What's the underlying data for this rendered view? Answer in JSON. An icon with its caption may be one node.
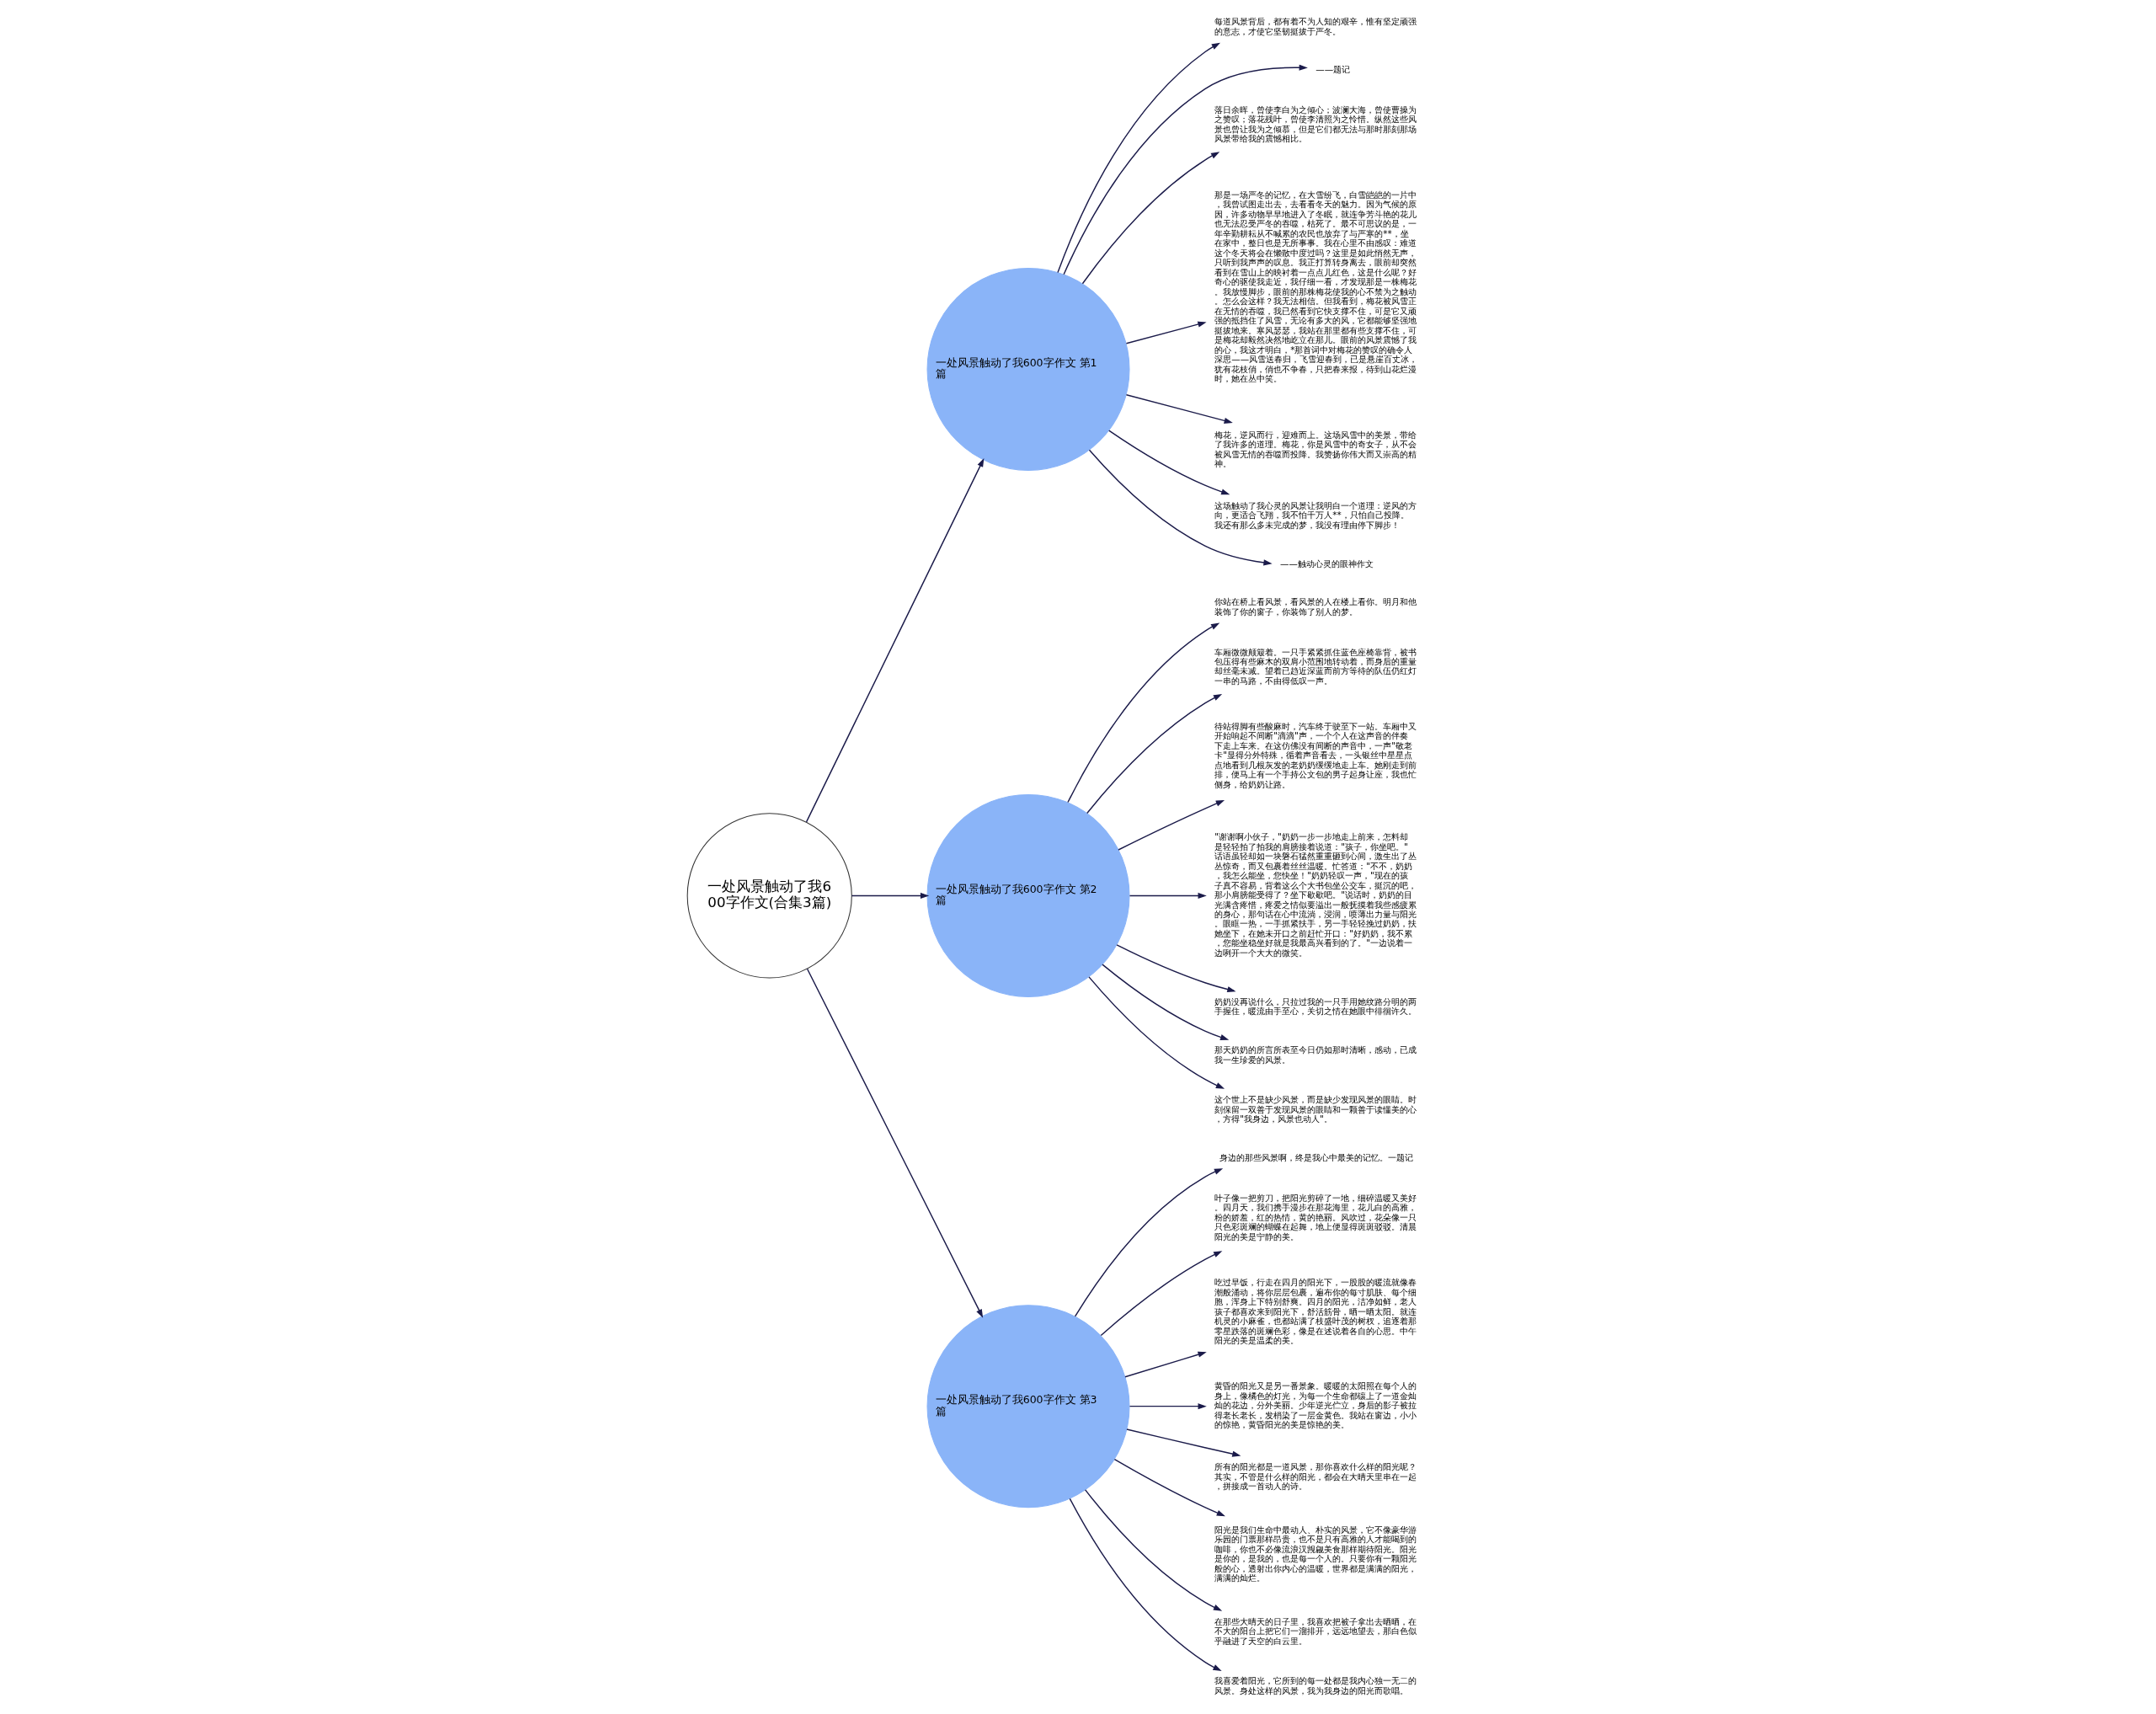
{
  "diagram": {
    "nodes": [
      {
        "text": [
          "一处风景触动了我600字作文(合集3篇)"
        ]
      },
      {
        "text": [
          "一处风景触动了我600字作文 第1篇"
        ]
      },
      {
        "text": [
          "每道风景背后，都有着不为人知的艰辛，惟有坚定顽强的意志，才使它坚韧挺拔于严冬。"
        ]
      },
      {
        "text": [
          "——题记"
        ]
      },
      {
        "text": [
          "落日余晖，曾使李白为之倾心；波澜大海，曾使曹操为之赞叹；落花残叶，曾使李清照为之怜惜。纵然这些风景也曾让我为之倾慕，但是它们都无法与那时那刻那场风景带给我的震憾相比。"
        ]
      },
      {
        "text": [
          "那是一场严冬的记忆，在大雪纷飞，白雪皑皑的一片中，我曾试图走出去，去看看冬天的魅力。因为气候的原因，许多动物早早地进入了冬眠，就连争芳斗艳的花儿也无法忍受严冬的吞噬，枯死了。最不可思议的是，一年辛勤耕耘从不喊累的农民也放弃了与严寒的**，坐在家中，整日也是无所事事。我在心里不由感叹：难道这个冬天将会在懒散中度过吗？这里是如此悄然无声，只听到我声声的叹息。我正打算转身离去，眼前却突然看到在雪山上的映衬着一点点儿红色，这是什么呢？好奇心的驱使我走近，我仔细一看，才发现那是一株梅花。我放慢脚步，眼前的那株梅花使我的心不禁为之触动。怎么会这样？我无法相信。但我看到，梅花被风雪正在无情的吞噬，我已然看到它快支撑不住，可是它又顽强的抵挡住了风雪，无论有多大的风，它都能够坚强地挺拔地来。寒风瑟瑟，我站在那里都有些支撑不住，可是梅花却毅然决然地屹立在那儿。眼前的风景震憾了我的心，我这才明白，*那首词中对梅花的赞叹的确令人深思——风雪送春归，飞雪迎春到，已是悬崖百丈冰，犹有花枝俏，俏也不争春，只把春来报，待到山花烂漫时，她在丛中笑。"
        ]
      },
      {
        "text": [
          "梅花，逆风而行，迎难而上。这场风雪中的美景，带给了我许多的道理。梅花，你是风雪中的奇女子，从不会被风雪无情的吞噬而投降。我赞扬你伟大而又崇高的精神。"
        ]
      },
      {
        "text": [
          "这场触动了我心灵的风景让我明白一个道理：逆风的方向，更适合飞翔，我不怕千万人**，只怕自己投降。我还有那么多未完成的梦，我没有理由停下脚步！"
        ]
      },
      {
        "text": [
          "——触动心灵的眼神作文"
        ]
      },
      {
        "text": [
          "一处风景触动了我600字作文 第2篇"
        ]
      },
      {
        "text": [
          "你站在桥上看风景，看风景的人在楼上看你。明月和他装饰了你的窗子，你装饰了别人的梦。"
        ]
      },
      {
        "text": [
          "车厢微微颠簸着。一只手紧紧抓住蓝色座椅靠背，被书包压得有些麻木的双肩小范围地转动着，而身后的重量却丝毫未减。望着已趋近深蓝而前方等待的队伍仍红灯一串的马路，不由得低叹一声。"
        ]
      },
      {
        "text": [
          "待站得脚有些酸麻时，汽车终于驶至下一站。车厢中又开始响起不间断\"滴滴\"声，一个个人在这声音的伴奏下走上车来。在这仿佛没有间断的声音中，一声\"敬老卡\"显得分外特殊，循着声音看去，一头银丝中星星点点地看到几根灰发的老奶奶缓缓地走上车。她刚走到前排，便马上有一个手持公文包的男子起身让座，我也忙侧身，给奶奶让路。"
        ]
      },
      {
        "text": [
          "\"谢谢啊小伙子，\"奶奶一步一步地走上前来，怎料却是轻轻拍了拍我的肩膀接着说道：\"孩子，你坐吧。\"话语虽轻却如一块磐石猛然重重砸到心间，激生出了丛丛惊奇，而又包裹着丝丝温暖。忙答道：\"不不，奶奶，我怎么能坐，您快坐！\"奶奶轻叹一声，\"现在的孩子真不容易，背着这么个大书包坐公交车，挺沉的吧，那小肩膀能受得了？坐下歇歇吧。\"说话时，奶奶的目光满含疼惜，疼爱之情似要溢出一般抚摸着我些感疲累的身心，那句话在心中流淌，浸润，喷薄出力量与阳光。眼眶一热，一手抓紧扶手，另一手轻轻挽过奶奶，扶她坐下，在她未开口之前赶忙开口：\"好奶奶，我不累，您能坐稳坐好就是我最高兴看到的了。\"一边说着一边咧开一个大大的微笑。"
        ]
      },
      {
        "text": [
          "奶奶没再说什么，只拉过我的一只手用她纹路分明的两手握住，暖流由手至心，关切之情在她眼中徘徊许久。"
        ]
      },
      {
        "text": [
          "那天奶奶的所言所表至今日仍如那时清晰，感动，已成我一生珍爱的风景。"
        ]
      },
      {
        "text": [
          "这个世上不是缺少风景，而是缺少发现风景的眼睛。时刻保留一双善于发现风景的眼睛和一颗善于读懂美的心，方得\"我身边，风景也动人\"。"
        ]
      },
      {
        "text": [
          "一处风景触动了我600字作文 第3篇"
        ]
      },
      {
        "text": [
          "身边的那些风景啊，终是我心中最美的记忆。一题记"
        ]
      },
      {
        "text": [
          "叶子像一把剪刀，把阳光剪碎了一地，细碎温暖又美好。四月天，我们携手漫步在那花海里，花儿白的高雅，粉的娇羞，红的热情，黄的艳丽。风吹过，花朵像一只只色彩斑斓的蝴蝶在起舞，地上便显得斑斑驳驳。清晨阳光的美是宁静的美。"
        ]
      },
      {
        "text": [
          "吃过早饭，行走在四月的阳光下，一股股的暖流就像春潮般涌动，将你层层包裹，遍布你的每寸肌肤、每个细胞，浑身上下特别舒爽。四月的阳光，洁净如鲜，老人孩子都喜欢来到阳光下，舒活筋骨，晒一晒太阳。就连机灵的小麻雀，也都站满了枝盛叶茂的树杈，追逐着那零星跌落的斑斓色彩，像是在述说着各自的心思。中午阳光的美是温柔的美。"
        ]
      },
      {
        "text": [
          "黄昏的阳光又是另一番景象。暖暖的太阳照在每个人的身上，像橘色的灯光，为每一个生命都镶上了一道金灿灿的花边，分外美丽。少年逆光伫立，身后的影子被拉得老长老长，发梢染了一层金黄色。我站在窗边，小小的惊艳，黄昏阳光的美是惊艳的美。"
        ]
      },
      {
        "text": [
          "所有的阳光都是一道风景，那你喜欢什么样的阳光呢？其实，不管是什么样的阳光，都会在大晴天里串在一起，拼接成一首动人的诗。"
        ]
      },
      {
        "text": [
          "阳光是我们生命中最动人、朴实的风景，它不像豪华游乐园的门票那样昂贵，也不是只有高雅的人才能喝到的咖啡，你也不必像流浪汉觊觎美食那样期待阳光。阳光是你的，是我的，也是每一个人的。只要你有一颗阳光般的心，透射出你内心的温暖，世界都是满满的阳光，满满的灿烂。"
        ]
      },
      {
        "text": [
          "在那些大晴天的日子里，我喜欢把被子拿出去晒晒，在不大的阳台上把它们一溜排开，远远地望去，那白色似乎融进了天空的白云里。"
        ]
      },
      {
        "text": [
          "我喜爱着阳光，它所到的每一处都是我内心独一无二的风景。身处这样的风景，我为我身边的阳光而歌唱。"
        ]
      }
    ],
    "edges": [
      {
        "from": 0,
        "to": 1,
        "arrow": "to"
      },
      {
        "from": 1,
        "to": 2,
        "arrow": "to"
      },
      {
        "from": 1,
        "to": 3,
        "arrow": "to"
      },
      {
        "from": 1,
        "to": 4,
        "arrow": "to"
      },
      {
        "from": 1,
        "to": 5,
        "arrow": "to"
      },
      {
        "from": 1,
        "to": 6,
        "arrow": "to"
      },
      {
        "from": 1,
        "to": 7,
        "arrow": "to"
      },
      {
        "from": 1,
        "to": 8,
        "arrow": "to"
      },
      {
        "from": 0,
        "to": 9,
        "arrow": "to"
      },
      {
        "from": 9,
        "to": 10,
        "arrow": "to"
      },
      {
        "from": 9,
        "to": 11,
        "arrow": "to"
      },
      {
        "from": 9,
        "to": 12,
        "arrow": "to"
      },
      {
        "from": 9,
        "to": 13,
        "arrow": "to"
      },
      {
        "from": 9,
        "to": 14,
        "arrow": "to"
      },
      {
        "from": 9,
        "to": 15,
        "arrow": "to"
      },
      {
        "from": 9,
        "to": 16,
        "arrow": "to"
      },
      {
        "from": 0,
        "to": 17,
        "arrow": "to"
      },
      {
        "from": 17,
        "to": 18,
        "arrow": "to"
      },
      {
        "from": 17,
        "to": 19,
        "arrow": "to"
      },
      {
        "from": 17,
        "to": 20,
        "arrow": "to"
      },
      {
        "from": 17,
        "to": 21,
        "arrow": "to"
      },
      {
        "from": 17,
        "to": 22,
        "arrow": "to"
      },
      {
        "from": 17,
        "to": 23,
        "arrow": "to"
      },
      {
        "from": 17,
        "to": 24,
        "arrow": "to"
      },
      {
        "from": 17,
        "to": 25,
        "arrow": "to"
      }
    ]
  }
}
